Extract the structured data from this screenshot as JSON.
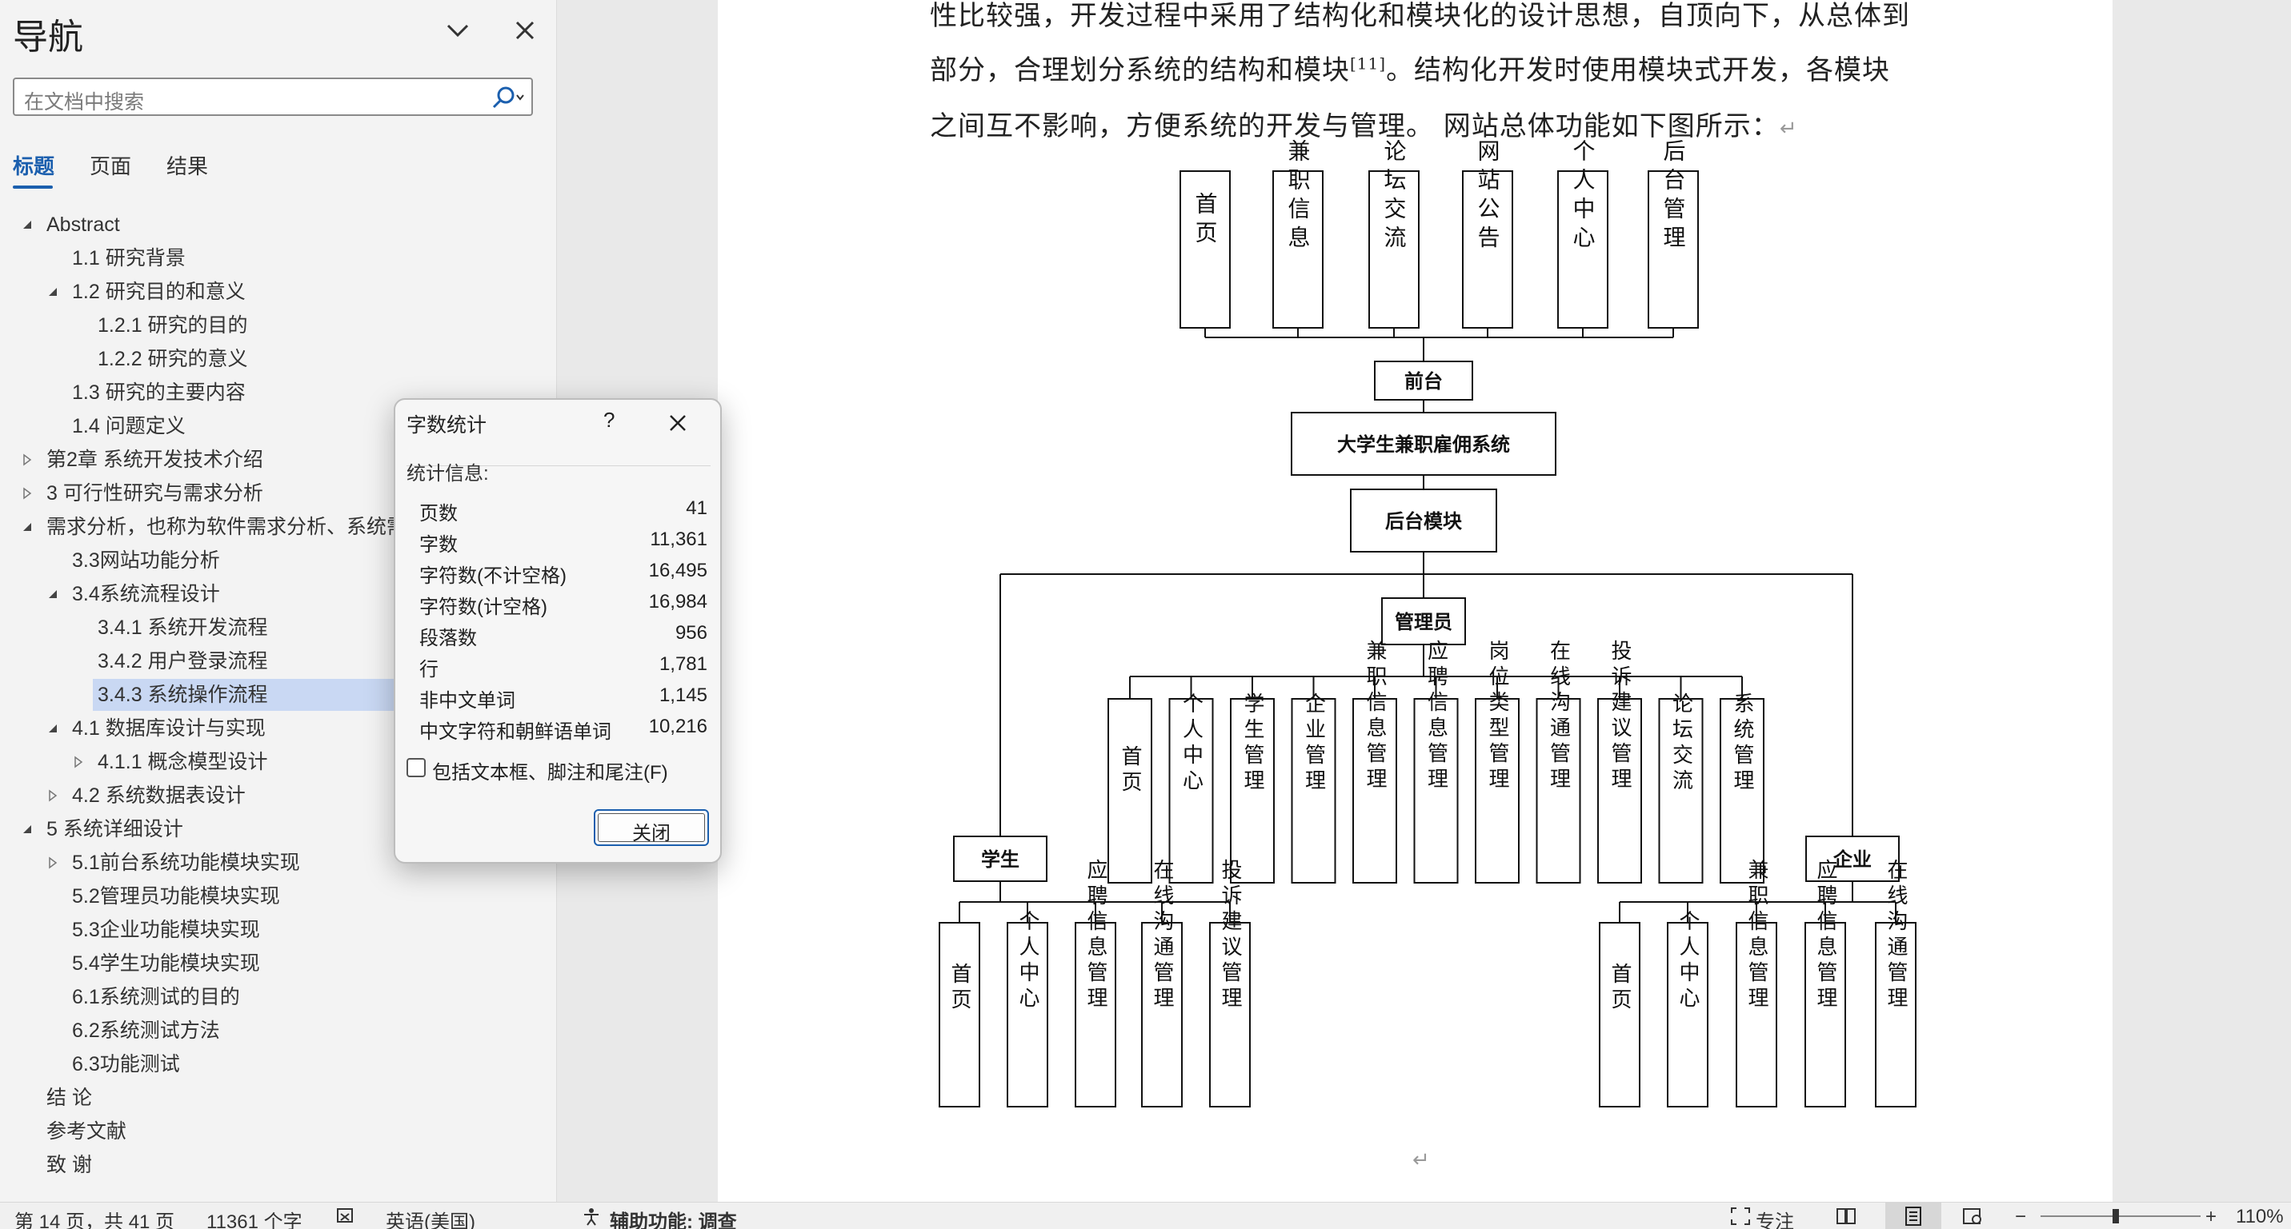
{
  "nav": {
    "title": "导航",
    "search_placeholder": "在文档中搜索",
    "tabs": [
      "标题",
      "页面",
      "结果"
    ],
    "items": [
      {
        "label": "Abstract",
        "level": 0,
        "state": "expanded"
      },
      {
        "label": "1.1 研究背景",
        "level": 1,
        "state": "none"
      },
      {
        "label": "1.2 研究目的和意义",
        "level": 1,
        "state": "expanded"
      },
      {
        "label": "1.2.1 研究的目的",
        "level": 2,
        "state": "none"
      },
      {
        "label": "1.2.2 研究的意义",
        "level": 2,
        "state": "none"
      },
      {
        "label": "1.3 研究的主要内容",
        "level": 1,
        "state": "none"
      },
      {
        "label": "1.4 问题定义",
        "level": 1,
        "state": "none"
      },
      {
        "label": "第2章 系统开发技术介绍",
        "level": 0,
        "state": "collapsed"
      },
      {
        "label": "3 可行性研究与需求分析",
        "level": 0,
        "state": "collapsed"
      },
      {
        "label": "需求分析，也称为软件需求分析、系统需",
        "level": 0,
        "state": "expanded"
      },
      {
        "label": "3.3网站功能分析",
        "level": 1,
        "state": "none"
      },
      {
        "label": "3.4系统流程设计",
        "level": 1,
        "state": "expanded"
      },
      {
        "label": "3.4.1 系统开发流程",
        "level": 2,
        "state": "none"
      },
      {
        "label": "3.4.2 用户登录流程",
        "level": 2,
        "state": "none"
      },
      {
        "label": "3.4.3 系统操作流程",
        "level": 2,
        "state": "none",
        "selected": true
      },
      {
        "label": "4.1 数据库设计与实现",
        "level": 1,
        "state": "expanded"
      },
      {
        "label": "4.1.1 概念模型设计",
        "level": 2,
        "state": "collapsed"
      },
      {
        "label": "4.2 系统数据表设计",
        "level": 1,
        "state": "collapsed"
      },
      {
        "label": "5 系统详细设计",
        "level": 0,
        "state": "expanded"
      },
      {
        "label": "5.1前台系统功能模块实现",
        "level": 1,
        "state": "collapsed"
      },
      {
        "label": "5.2管理员功能模块实现",
        "level": 1,
        "state": "none"
      },
      {
        "label": "5.3企业功能模块实现",
        "level": 1,
        "state": "none"
      },
      {
        "label": "5.4学生功能模块实现",
        "level": 1,
        "state": "none"
      },
      {
        "label": "6.1系统测试的目的",
        "level": 1,
        "state": "none"
      },
      {
        "label": "6.2系统测试方法",
        "level": 1,
        "state": "none"
      },
      {
        "label": "6.3功能测试",
        "level": 1,
        "state": "none"
      },
      {
        "label": "结  论",
        "level": 0,
        "state": "none"
      },
      {
        "label": "参考文献",
        "level": 0,
        "state": "none"
      },
      {
        "label": "致  谢",
        "level": 0,
        "state": "none"
      }
    ]
  },
  "document": {
    "lines": [
      {
        "text": "性比较强，开发过程中采用了结构化和模块化的设计思想，自顶向下，从总体到",
        "sup": "",
        "after": ""
      },
      {
        "text": "部分，合理划分系统的结构和模块",
        "sup": "[11]",
        "after": "。结构化开发时使用模块式开发，各模块"
      },
      {
        "text": "之间互不影响，方便系统的开发与管理。 网站总体功能如下图所示：",
        "sup": "",
        "after": ""
      }
    ],
    "return_mark": "↵",
    "diagram": {
      "front_modules": [
        "首页",
        "兼职信息",
        "论坛交流",
        "网站公告",
        "个人中心",
        "后台管理"
      ],
      "front_node": "前台",
      "root": "大学生兼职雇佣系统",
      "back_node": "后台模块",
      "admin": "管理员",
      "admin_modules": [
        "首页",
        "个人中心",
        "学生管理",
        "企业管理",
        "兼职信息管理",
        "应聘信息管理",
        "岗位类型管理",
        "在线沟通管理",
        "投诉建议管理",
        "论坛交流",
        "系统管理"
      ],
      "student": "学生",
      "student_modules": [
        "首页",
        "个人中心",
        "应聘信息管理",
        "在线沟通管理",
        "投诉建议管理"
      ],
      "company": "企业",
      "company_modules": [
        "首页",
        "个人中心",
        "兼职信息管理",
        "应聘信息管理",
        "在线沟通管理"
      ]
    }
  },
  "dialog": {
    "title": "字数统计",
    "help": "?",
    "info_label": "统计信息:",
    "stats": [
      {
        "label": "页数",
        "value": "41"
      },
      {
        "label": "字数",
        "value": "11,361"
      },
      {
        "label": "字符数(不计空格)",
        "value": "16,495"
      },
      {
        "label": "字符数(计空格)",
        "value": "16,984"
      },
      {
        "label": "段落数",
        "value": "956"
      },
      {
        "label": "行",
        "value": "1,781"
      },
      {
        "label": "非中文单词",
        "value": "1,145"
      },
      {
        "label": "中文字符和朝鲜语单词",
        "value": "10,216"
      }
    ],
    "checkbox_label": "包括文本框、脚注和尾注(F)",
    "checkbox_checked": false,
    "close_button": "关闭"
  },
  "status": {
    "page": "第 14 页，共 41 页",
    "words": "11361 个字",
    "language": "英语(美国)",
    "accessibility": "辅助功能: 调查",
    "focus": "专注",
    "zoom_minus": "−",
    "zoom_plus": "+",
    "zoom": "110%",
    "zoom_level_fraction": 0.47
  },
  "colors": {
    "accent": "#1b5fae",
    "selection": "#c9d8f3"
  }
}
